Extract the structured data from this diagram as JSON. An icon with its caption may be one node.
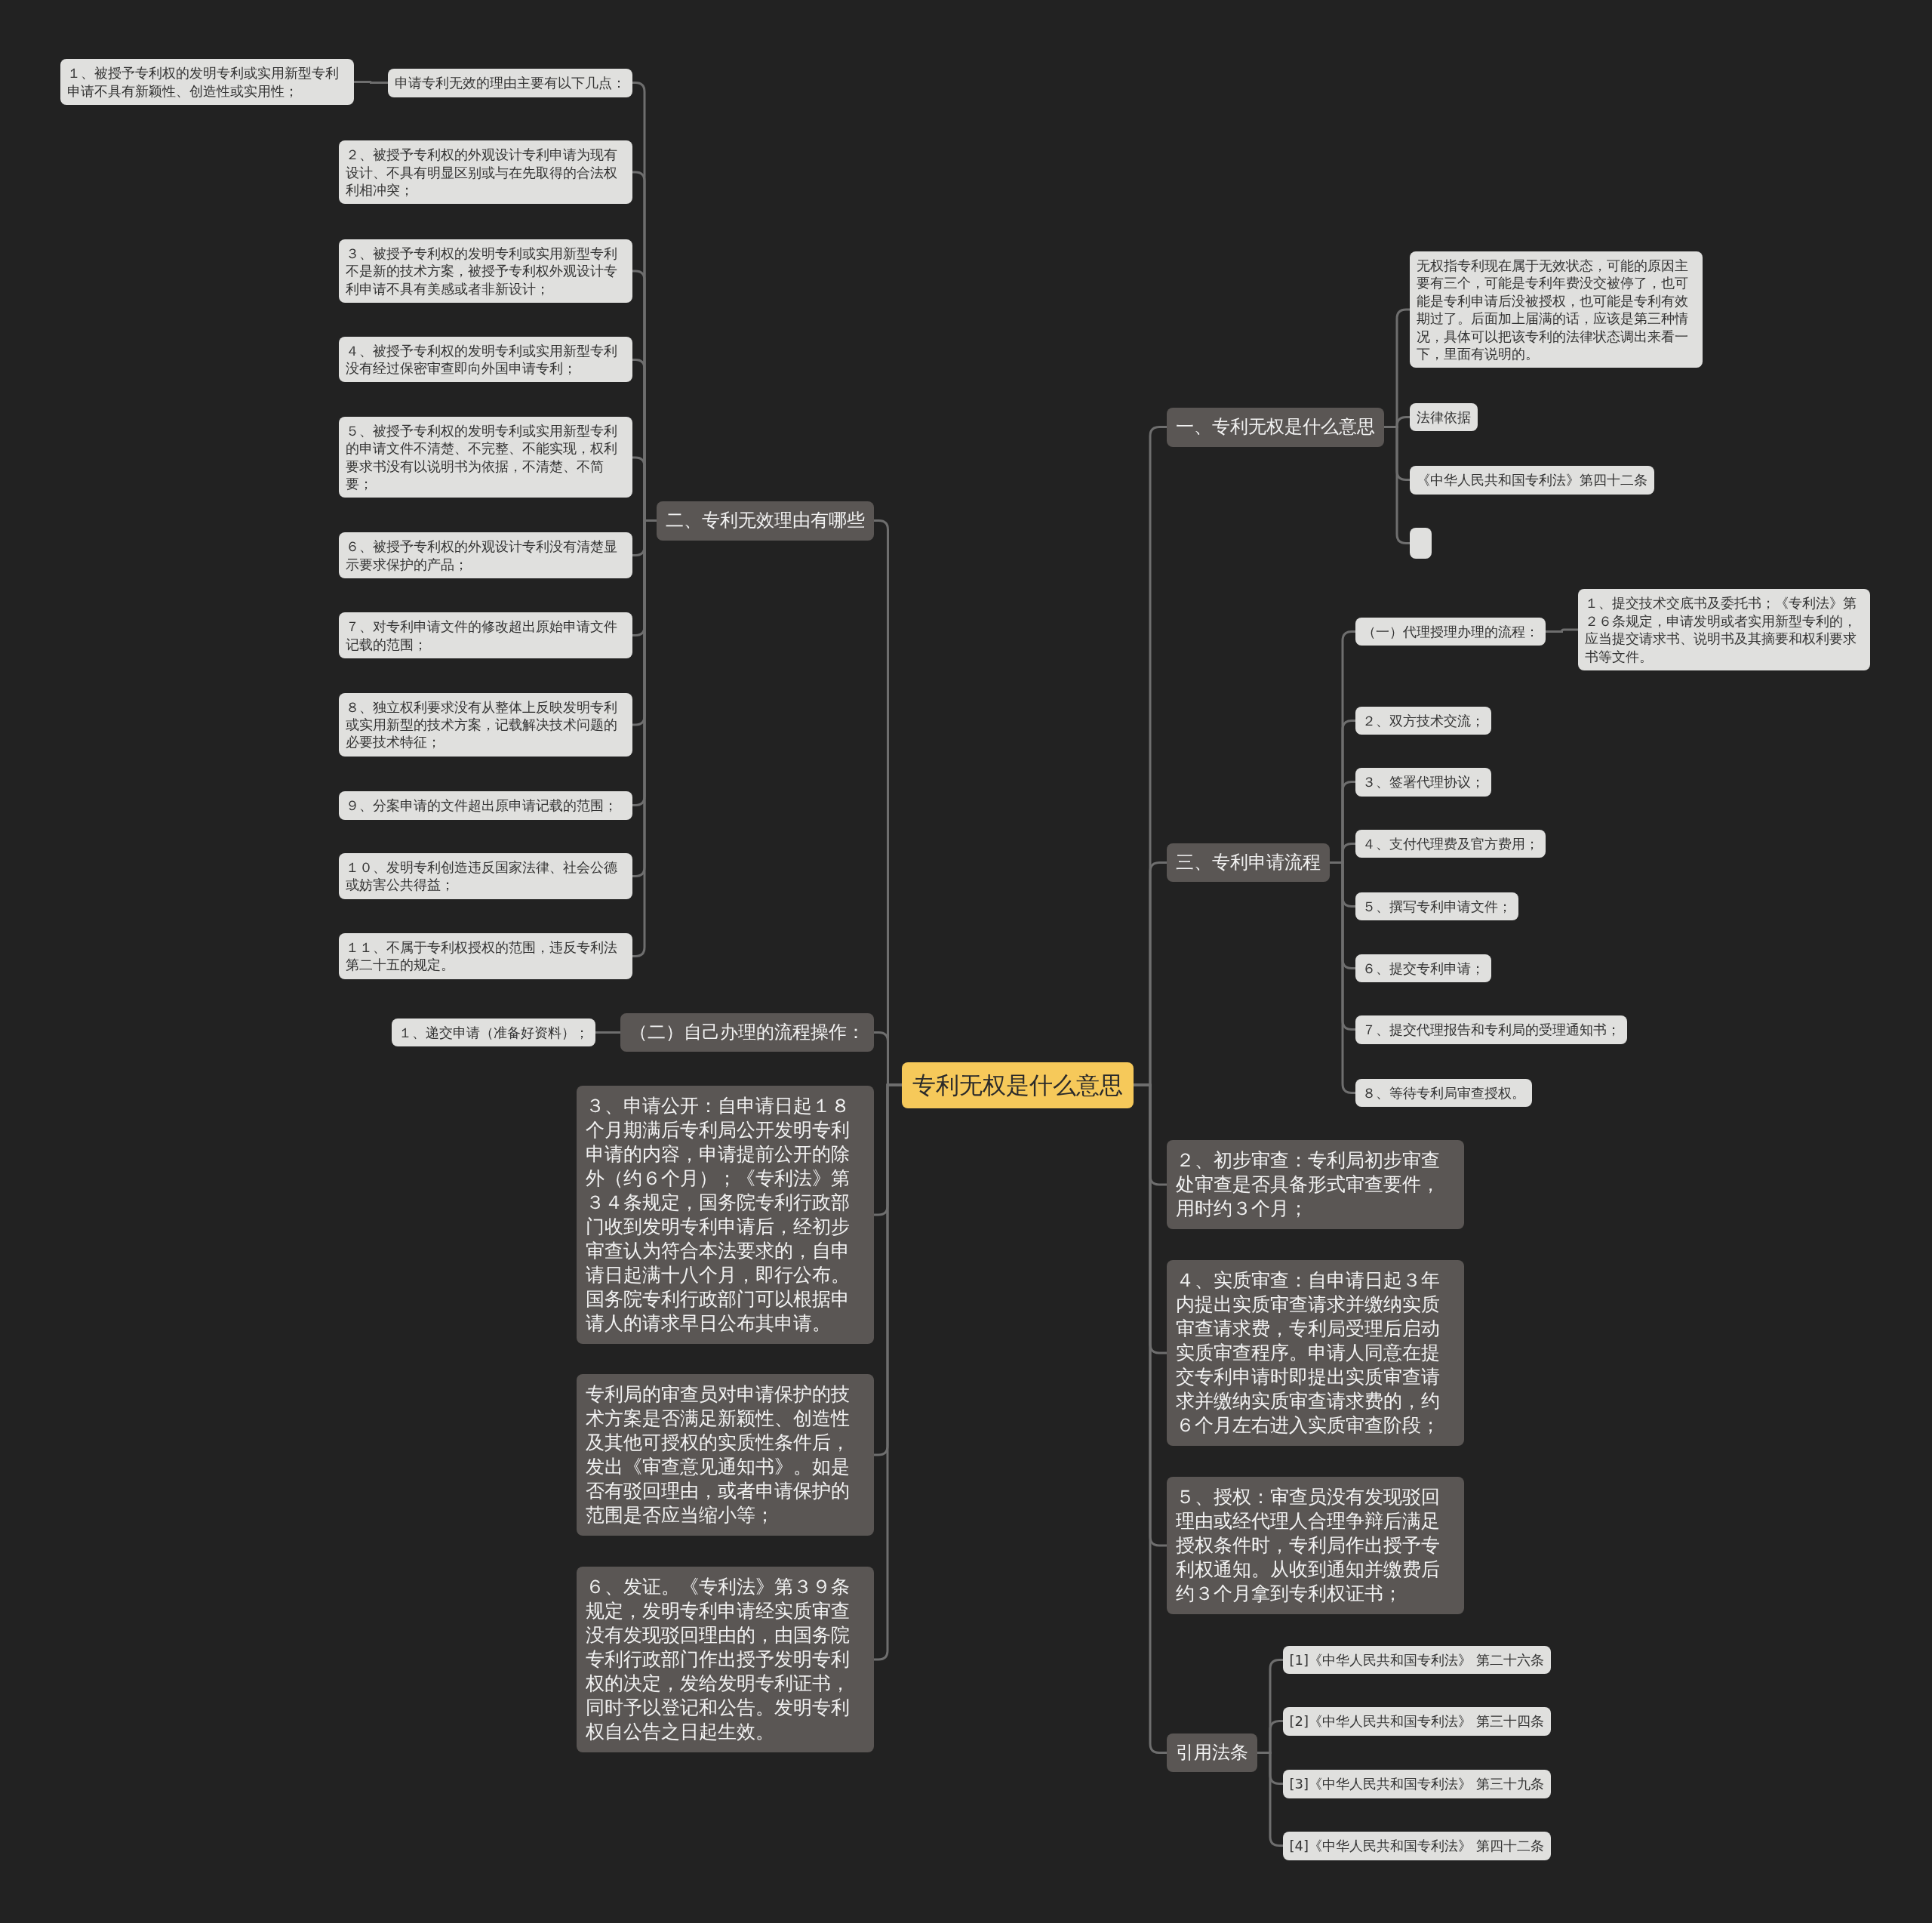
{
  "diagram": {
    "nodes": [
      {
        "text": [
          "专利无权是什么意思"
        ]
      },
      {
        "text": [
          "一、专利无权是什么意思"
        ]
      },
      {
        "text": [
          "无权指专利现在属于无效状态，可能的原因主要有三个，可能是专利年费没交被停了，也可能是专利申请后没被授权，也可能是专利有效期过了。后面加上届满的话，应该是第三种情况，具体可以把该专利的法律状态调出来看一下，里面有说明的。"
        ]
      },
      {
        "text": [
          "法律依据"
        ]
      },
      {
        "text": [
          "《中华人民共和国专利法》第四十二条"
        ]
      },
      {
        "text": [],
        "shape": "box"
      },
      {
        "text": [
          "三、专利申请流程"
        ]
      },
      {
        "text": [
          "（一）代理授理办理的流程："
        ]
      },
      {
        "text": [
          "１、提交技术交底书及委托书；《专利法》第２６条规定，申请发明或者实用新型专利的，应当提交请求书、说明书及其摘要和权利要求书等文件。"
        ]
      },
      {
        "text": [
          "２、双方技术交流；"
        ]
      },
      {
        "text": [
          "３、签署代理协议；"
        ]
      },
      {
        "text": [
          "４、支付代理费及官方费用；"
        ]
      },
      {
        "text": [
          "５、撰写专利申请文件；"
        ]
      },
      {
        "text": [
          "６、提交专利申请；"
        ]
      },
      {
        "text": [
          "７、提交代理报告和专利局的受理通知书；"
        ]
      },
      {
        "text": [
          "８、等待专利局审查授权。"
        ]
      },
      {
        "text": [
          "２、初步审查：专利局初步审查处审查是否具备形式审查要件，用时约３个月；"
        ]
      },
      {
        "text": [
          "４、实质审查：自申请日起３年内提出实质审查请求并缴纳实质审查请求费，专利局受理后启动实质审查程序。申请人同意在提交专利申请时即提出实质审查请求并缴纳实质审查请求费的，约６个月左右进入实质审查阶段；"
        ]
      },
      {
        "text": [
          "５、授权：审查员没有发现驳回理由或经代理人合理争辩后满足授权条件时，专利局作出授予专利权通知。从收到通知并缴费后约３个月拿到专利权证书；"
        ]
      },
      {
        "text": [
          "引用法条"
        ]
      },
      {
        "text": [
          "[1]《中华人民共和国专利法》 第二十六条"
        ]
      },
      {
        "text": [
          "[2]《中华人民共和国专利法》 第三十四条"
        ]
      },
      {
        "text": [
          "[3]《中华人民共和国专利法》 第三十九条"
        ]
      },
      {
        "text": [
          "[4]《中华人民共和国专利法》 第四十二条"
        ]
      },
      {
        "text": [
          "二、专利无效理由有哪些"
        ]
      },
      {
        "text": [
          "申请专利无效的理由主要有以下几点："
        ]
      },
      {
        "text": [
          "１、被授予专利权的发明专利或实用新型专利申请不具有新颖性、创造性或实用性；"
        ]
      },
      {
        "text": [
          "２、被授予专利权的外观设计专利申请为现有设计、不具有明显区别或与在先取得的合法权利相冲突；"
        ]
      },
      {
        "text": [
          "３、被授予专利权的发明专利或实用新型专利不是新的技术方案，被授予专利权外观设计专利申请不具有美感或者非新设计；"
        ]
      },
      {
        "text": [
          "４、被授予专利权的发明专利或实用新型专利没有经过保密审查即向外国申请专利；"
        ]
      },
      {
        "text": [
          "５、被授予专利权的发明专利或实用新型专利的申请文件不清楚、不完整、不能实现，权利要求书没有以说明书为依据，不清楚、不简要；"
        ]
      },
      {
        "text": [
          "６、被授予专利权的外观设计专利没有清楚显示要求保护的产品；"
        ]
      },
      {
        "text": [
          "７、对专利申请文件的修改超出原始申请文件记载的范围；"
        ]
      },
      {
        "text": [
          "８、独立权利要求没有从整体上反映发明专利或实用新型的技术方案，记载解决技术问题的必要技术特征；"
        ]
      },
      {
        "text": [
          "９、分案申请的文件超出原申请记载的范围；"
        ]
      },
      {
        "text": [
          "１０、发明专利创造违反国家法律、社会公德或妨害公共得益；"
        ]
      },
      {
        "text": [
          "１１、不属于专利权授权的范围，违反专利法第二十五的规定。"
        ]
      },
      {
        "text": [
          "（二）自己办理的流程操作："
        ]
      },
      {
        "text": [
          "１、递交申请（准备好资料）；"
        ]
      },
      {
        "text": [
          "３、申请公开：自申请日起１８个月期满后专利局公开发明专利申请的内容，申请提前公开的除外（约６个月）；《专利法》第３４条规定，国务院专利行政部门收到发明专利申请后，经初步审查认为符合本法要求的，自申请日起满十八个月，即行公布。国务院专利行政部门可以根据申请人的请求早日公布其申请。"
        ]
      },
      {
        "text": [
          "专利局的审查员对申请保护的技术方案是否满足新颖性、创造性及其他可授权的实质性条件后，发出《审查意见通知书》。如是否有驳回理由，或者申请保护的范围是否应当缩小等；"
        ]
      },
      {
        "text": [
          "６、发证。《专利法》第３９条规定，发明专利申请经实质审查没有发现驳回理由的，由国务院专利行政部门作出授予发明专利权的决定，发给发明专利证书，同时予以登记和公告。发明专利权自公告之日起生效。"
        ]
      }
    ],
    "edges": [
      {
        "from": 0,
        "to": 1,
        "arrow": "none"
      },
      {
        "from": 1,
        "to": 2,
        "arrow": "none"
      },
      {
        "from": 1,
        "to": 3,
        "arrow": "none"
      },
      {
        "from": 1,
        "to": 4,
        "arrow": "none"
      },
      {
        "from": 1,
        "to": 5,
        "arrow": "none"
      },
      {
        "from": 0,
        "to": 6,
        "arrow": "none"
      },
      {
        "from": 6,
        "to": 7,
        "arrow": "none"
      },
      {
        "from": 7,
        "to": 8,
        "arrow": "none"
      },
      {
        "from": 6,
        "to": 9,
        "arrow": "none"
      },
      {
        "from": 6,
        "to": 10,
        "arrow": "none"
      },
      {
        "from": 6,
        "to": 11,
        "arrow": "none"
      },
      {
        "from": 6,
        "to": 12,
        "arrow": "none"
      },
      {
        "from": 6,
        "to": 13,
        "arrow": "none"
      },
      {
        "from": 6,
        "to": 14,
        "arrow": "none"
      },
      {
        "from": 6,
        "to": 15,
        "arrow": "none"
      },
      {
        "from": 0,
        "to": 16,
        "arrow": "none"
      },
      {
        "from": 0,
        "to": 17,
        "arrow": "none"
      },
      {
        "from": 0,
        "to": 18,
        "arrow": "none"
      },
      {
        "from": 0,
        "to": 19,
        "arrow": "none"
      },
      {
        "from": 19,
        "to": 20,
        "arrow": "none"
      },
      {
        "from": 19,
        "to": 21,
        "arrow": "none"
      },
      {
        "from": 19,
        "to": 22,
        "arrow": "none"
      },
      {
        "from": 19,
        "to": 23,
        "arrow": "none"
      },
      {
        "from": 0,
        "to": 24,
        "arrow": "none"
      },
      {
        "from": 24,
        "to": 25,
        "arrow": "none"
      },
      {
        "from": 25,
        "to": 26,
        "arrow": "none"
      },
      {
        "from": 24,
        "to": 27,
        "arrow": "none"
      },
      {
        "from": 24,
        "to": 28,
        "arrow": "none"
      },
      {
        "from": 24,
        "to": 29,
        "arrow": "none"
      },
      {
        "from": 24,
        "to": 30,
        "arrow": "none"
      },
      {
        "from": 24,
        "to": 31,
        "arrow": "none"
      },
      {
        "from": 24,
        "to": 32,
        "arrow": "none"
      },
      {
        "from": 24,
        "to": 33,
        "arrow": "none"
      },
      {
        "from": 24,
        "to": 34,
        "arrow": "none"
      },
      {
        "from": 24,
        "to": 35,
        "arrow": "none"
      },
      {
        "from": 24,
        "to": 36,
        "arrow": "none"
      },
      {
        "from": 0,
        "to": 37,
        "arrow": "none"
      },
      {
        "from": 37,
        "to": 38,
        "arrow": "none"
      },
      {
        "from": 0,
        "to": 39,
        "arrow": "none"
      },
      {
        "from": 0,
        "to": 40,
        "arrow": "none"
      },
      {
        "from": 0,
        "to": 41,
        "arrow": "none"
      }
    ]
  }
}
